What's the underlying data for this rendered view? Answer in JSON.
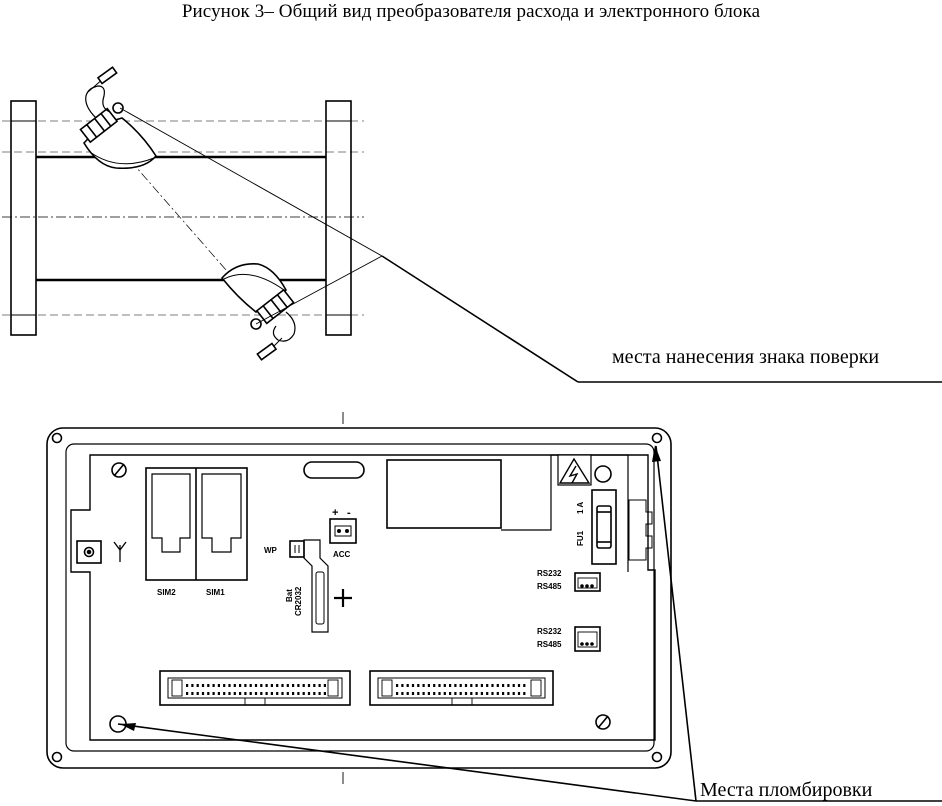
{
  "title": "Рисунок 3– Общий вид преобразователя расхода и электронного блока",
  "callouts": {
    "verification": "места нанесения знака поверки",
    "sealing": "Места пломбировки"
  },
  "board_labels": {
    "sim2": "SIM2",
    "sim1": "SIM1",
    "acc": "ACC",
    "acc_plus": "+",
    "acc_minus": "-",
    "wp": "WP",
    "bat": "Bat",
    "cr2032": "CR2032",
    "bat_plus": "+",
    "fu1": "FU1",
    "fuse_rating": "1 A",
    "rs232_a": "RS232",
    "rs485_a": "RS485",
    "rs232_b": "RS232",
    "rs485_b": "RS485"
  },
  "icons": [
    "warning-high-voltage-icon",
    "antenna-icon",
    "screw-icon",
    "seal-hole-icon"
  ]
}
